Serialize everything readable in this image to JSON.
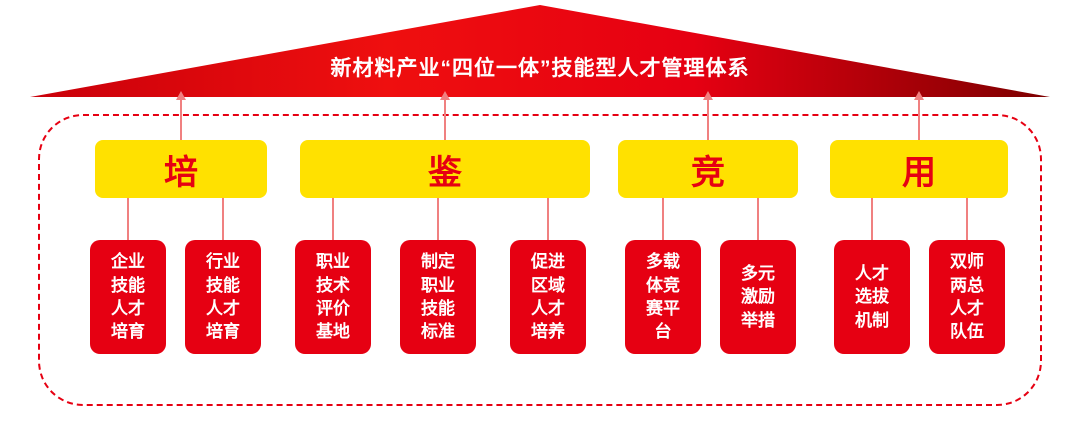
{
  "title": "新材料产业“四位一体”技能型人才管理体系",
  "colors": {
    "brand_red": "#e60012",
    "highlight_yellow": "#ffe100",
    "connector_pink": "#f08080",
    "roof_dark_red": "#8a0000"
  },
  "groups": [
    {
      "label": "培",
      "children": [
        {
          "text": "企业\n技能\n人才\n培育"
        },
        {
          "text": "行业\n技能\n人才\n培育"
        }
      ]
    },
    {
      "label": "鉴",
      "children": [
        {
          "text": "职业\n技术\n评价\n基地"
        },
        {
          "text": "制定\n职业\n技能\n标准"
        },
        {
          "text": "促进\n区域\n人才\n培养"
        }
      ]
    },
    {
      "label": "竞",
      "children": [
        {
          "text": "多载\n体竞\n赛平\n台"
        },
        {
          "text": "多元\n激励\n举措"
        }
      ]
    },
    {
      "label": "用",
      "children": [
        {
          "text": "人才\n选拔\n机制"
        },
        {
          "text": "双师\n两总\n人才\n队伍"
        }
      ]
    }
  ]
}
